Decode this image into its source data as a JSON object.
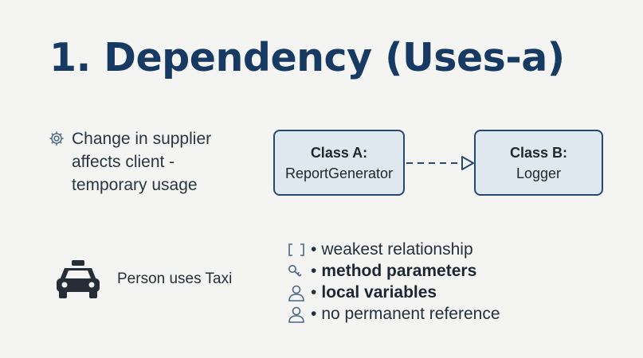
{
  "title": "1. Dependency (Uses-a)",
  "description": {
    "icon": "gear-icon",
    "lines": [
      "Change in supplier",
      "affects client -",
      "temporary usage"
    ]
  },
  "diagram": {
    "class_a": {
      "title": "Class A:",
      "name": "ReportGenerator"
    },
    "class_b": {
      "title": "Class B:",
      "name": "Logger"
    },
    "relation": "dashed-arrow-open-head"
  },
  "example": {
    "icon": "taxi-icon",
    "label": "Person uses Taxi"
  },
  "bullets": [
    {
      "icon": "brackets-icon",
      "text": "weakest relationship",
      "bold": false
    },
    {
      "icon": "key-icon",
      "text": "method parameters",
      "bold": true
    },
    {
      "icon": "user-icon",
      "text": "local variables",
      "bold": true
    },
    {
      "icon": "user-icon",
      "text": "no permanent reference",
      "bold": false
    }
  ],
  "colors": {
    "title": "#173a63",
    "box_fill": "#dfe7ef",
    "box_border": "#27486f",
    "background": "#f4f4f2"
  }
}
